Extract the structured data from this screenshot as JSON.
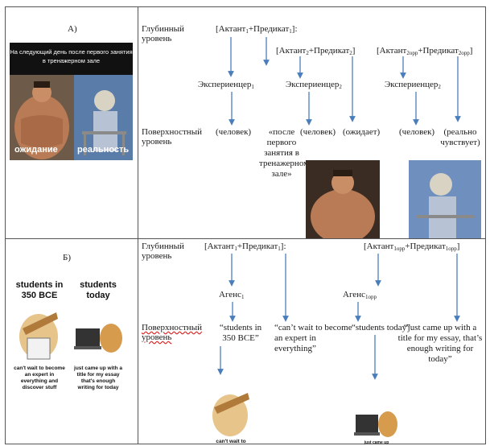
{
  "row_a": {
    "label": "А)",
    "meme": {
      "header": "На следующий день после первого занятия в тренажерном зале",
      "caption_left": "ожидание",
      "caption_right": "реальность"
    },
    "deep_level": "Глубинный уровень",
    "actant1": "[Актант",
    "predicate1": "+Предикат",
    "actant2_group": "[Актант",
    "actant2_pred": "+Предикат",
    "actant2opp_group": "[Актант",
    "actant2opp_pred": "+Предикат",
    "sub1": "1",
    "sub2": "2",
    "sub2opp": "2opp",
    "experiencer1": "Экспериенцер",
    "experiencer2": "Экспериенцер",
    "experiencer2b": "Экспериенцер",
    "surface_level": "Поверхностный уровень",
    "w_chelovek1": "(человек)",
    "w_posle": "«после первого занятия в тренажерном зале»",
    "w_chelovek2": "(человек)",
    "w_ozhidaet": "(ожидает)",
    "w_chelovek3": "(человек)",
    "w_realno": "(реально чувствует)"
  },
  "row_b": {
    "label": "Б)",
    "meme": {
      "title_left": "students in 350 BCE",
      "title_right": "students today",
      "cap_left": "can't wait to become an expert in everything and discover stuff",
      "cap_right": "just came up with a title for my essay that's enough writing for today"
    },
    "deep_level": "Глубинный уровень",
    "actant1": "[Актант",
    "predicate1": "+Предикат",
    "actant1opp": "[Актант",
    "predicate1opp": "+Предикат",
    "sub1": "1",
    "sub1opp": "1opp",
    "agens1": "Агенс",
    "agens1opp": "Агенс",
    "surface_level": "Поверхностный уровень",
    "w_students350": "“students in 350 BCE”",
    "w_cantwait": "“can’t wait to become an expert in everything”",
    "w_studentstoday": "“students today”",
    "w_justcame": "“just came up with a title for my essay, that’s enough writing for today”",
    "w_cantwait_small": "can't wait to",
    "w_just_small": "just came up"
  },
  "colors": {
    "grid": "#555555",
    "arrow": "#4a7ebb",
    "red_underline": "#e02020"
  }
}
